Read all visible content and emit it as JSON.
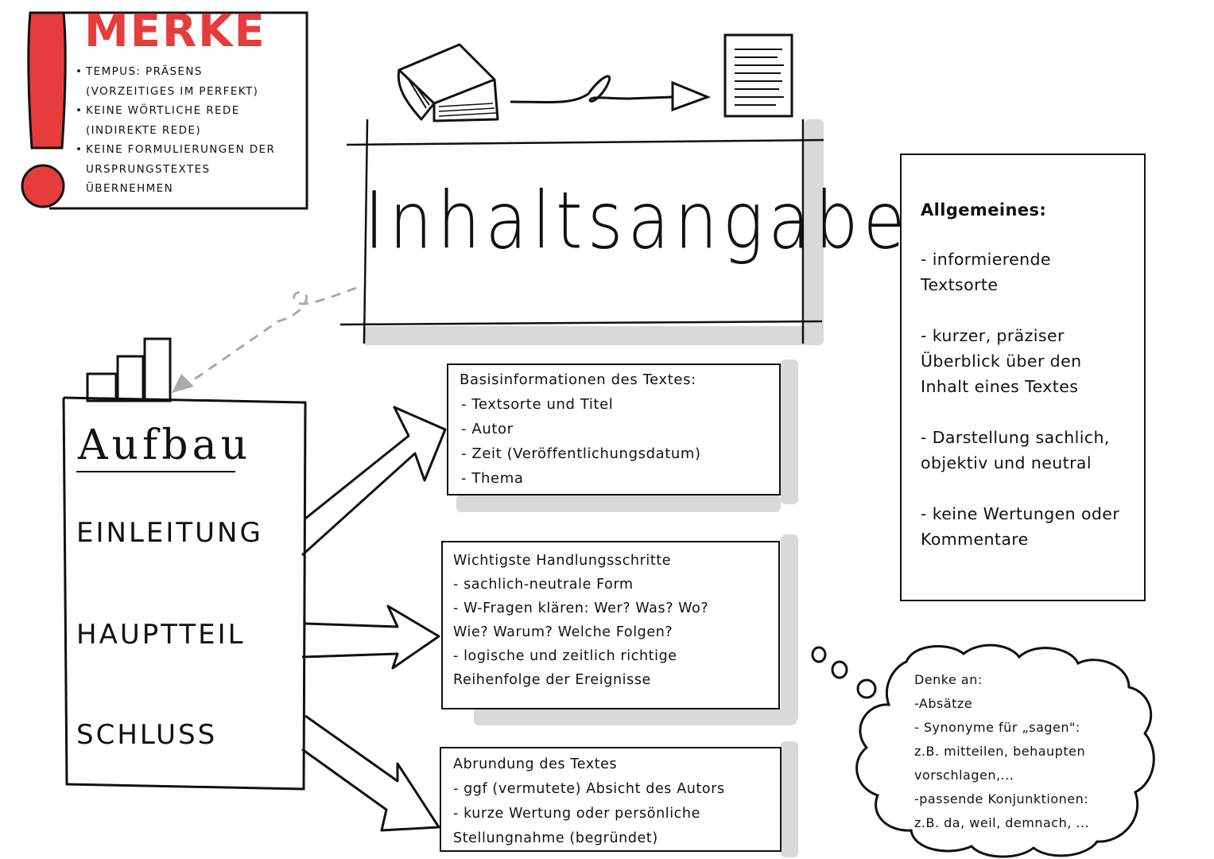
{
  "merke": {
    "title": "MERKE",
    "items": [
      {
        "lines": [
          "TEMPUS: PRÄSENS",
          "(VORZEITIGES IM PERFEKT)"
        ]
      },
      {
        "lines": [
          "KEINE WÖRTLICHE REDE",
          "(INDIREKTE REDE)"
        ]
      },
      {
        "lines": [
          "KEINE FORMULIERUNGEN DER",
          "URSPRUNGSTEXTES",
          "ÜBERNEHMEN"
        ]
      }
    ]
  },
  "title": "Inhaltsangabe",
  "aufbau": {
    "title": "Aufbau",
    "einleitung": "EINLEITUNG",
    "hauptteil": "HAUPTTEIL",
    "schluss": "SCHLUSS"
  },
  "einleitung_box": {
    "heading": "Basisinformationen des Textes:",
    "items": [
      "- Textsorte und Titel",
      "- Autor",
      "- Zeit (Veröffentlichungsdatum)",
      "- Thema"
    ]
  },
  "hauptteil_box": {
    "heading": "Wichtigste Handlungsschritte",
    "lines": [
      "- sachlich-neutrale Form",
      "- W-Fragen klären: Wer? Was? Wo?",
      "Wie? Warum? Welche Folgen?",
      "- logische und zeitlich richtige",
      "Reihenfolge der Ereignisse"
    ]
  },
  "schluss_box": {
    "heading": "Abrundung des Textes",
    "lines": [
      "- ggf (vermutete) Absicht des Autors",
      "- kurze Wertung oder persönliche",
      "Stellungnahme (begründet)"
    ]
  },
  "allgemeines": {
    "heading": "Allgemeines:",
    "items": [
      {
        "lines": [
          "- informierende",
          "Textsorte"
        ]
      },
      {
        "lines": [
          "- kurzer, präziser",
          "Überblick über den",
          "Inhalt eines Textes"
        ]
      },
      {
        "lines": [
          "- Darstellung sachlich,",
          "objektiv und neutral"
        ]
      },
      {
        "lines": [
          "- keine Wertungen oder",
          "Kommentare"
        ]
      }
    ]
  },
  "cloud": {
    "lines": [
      "Denke an:",
      "-Absätze",
      "- Synonyme für „sagen\":",
      "z.B. mitteilen, behaupten",
      "vorschlagen,...",
      "-passende Konjunktionen:",
      "z.B. da, weil, demnach, ..."
    ]
  },
  "colors": {
    "accent": "#e63c3c",
    "ink": "#111111",
    "shadow": "#d9d9d9",
    "dashed_arrow": "#aaaaaa"
  }
}
